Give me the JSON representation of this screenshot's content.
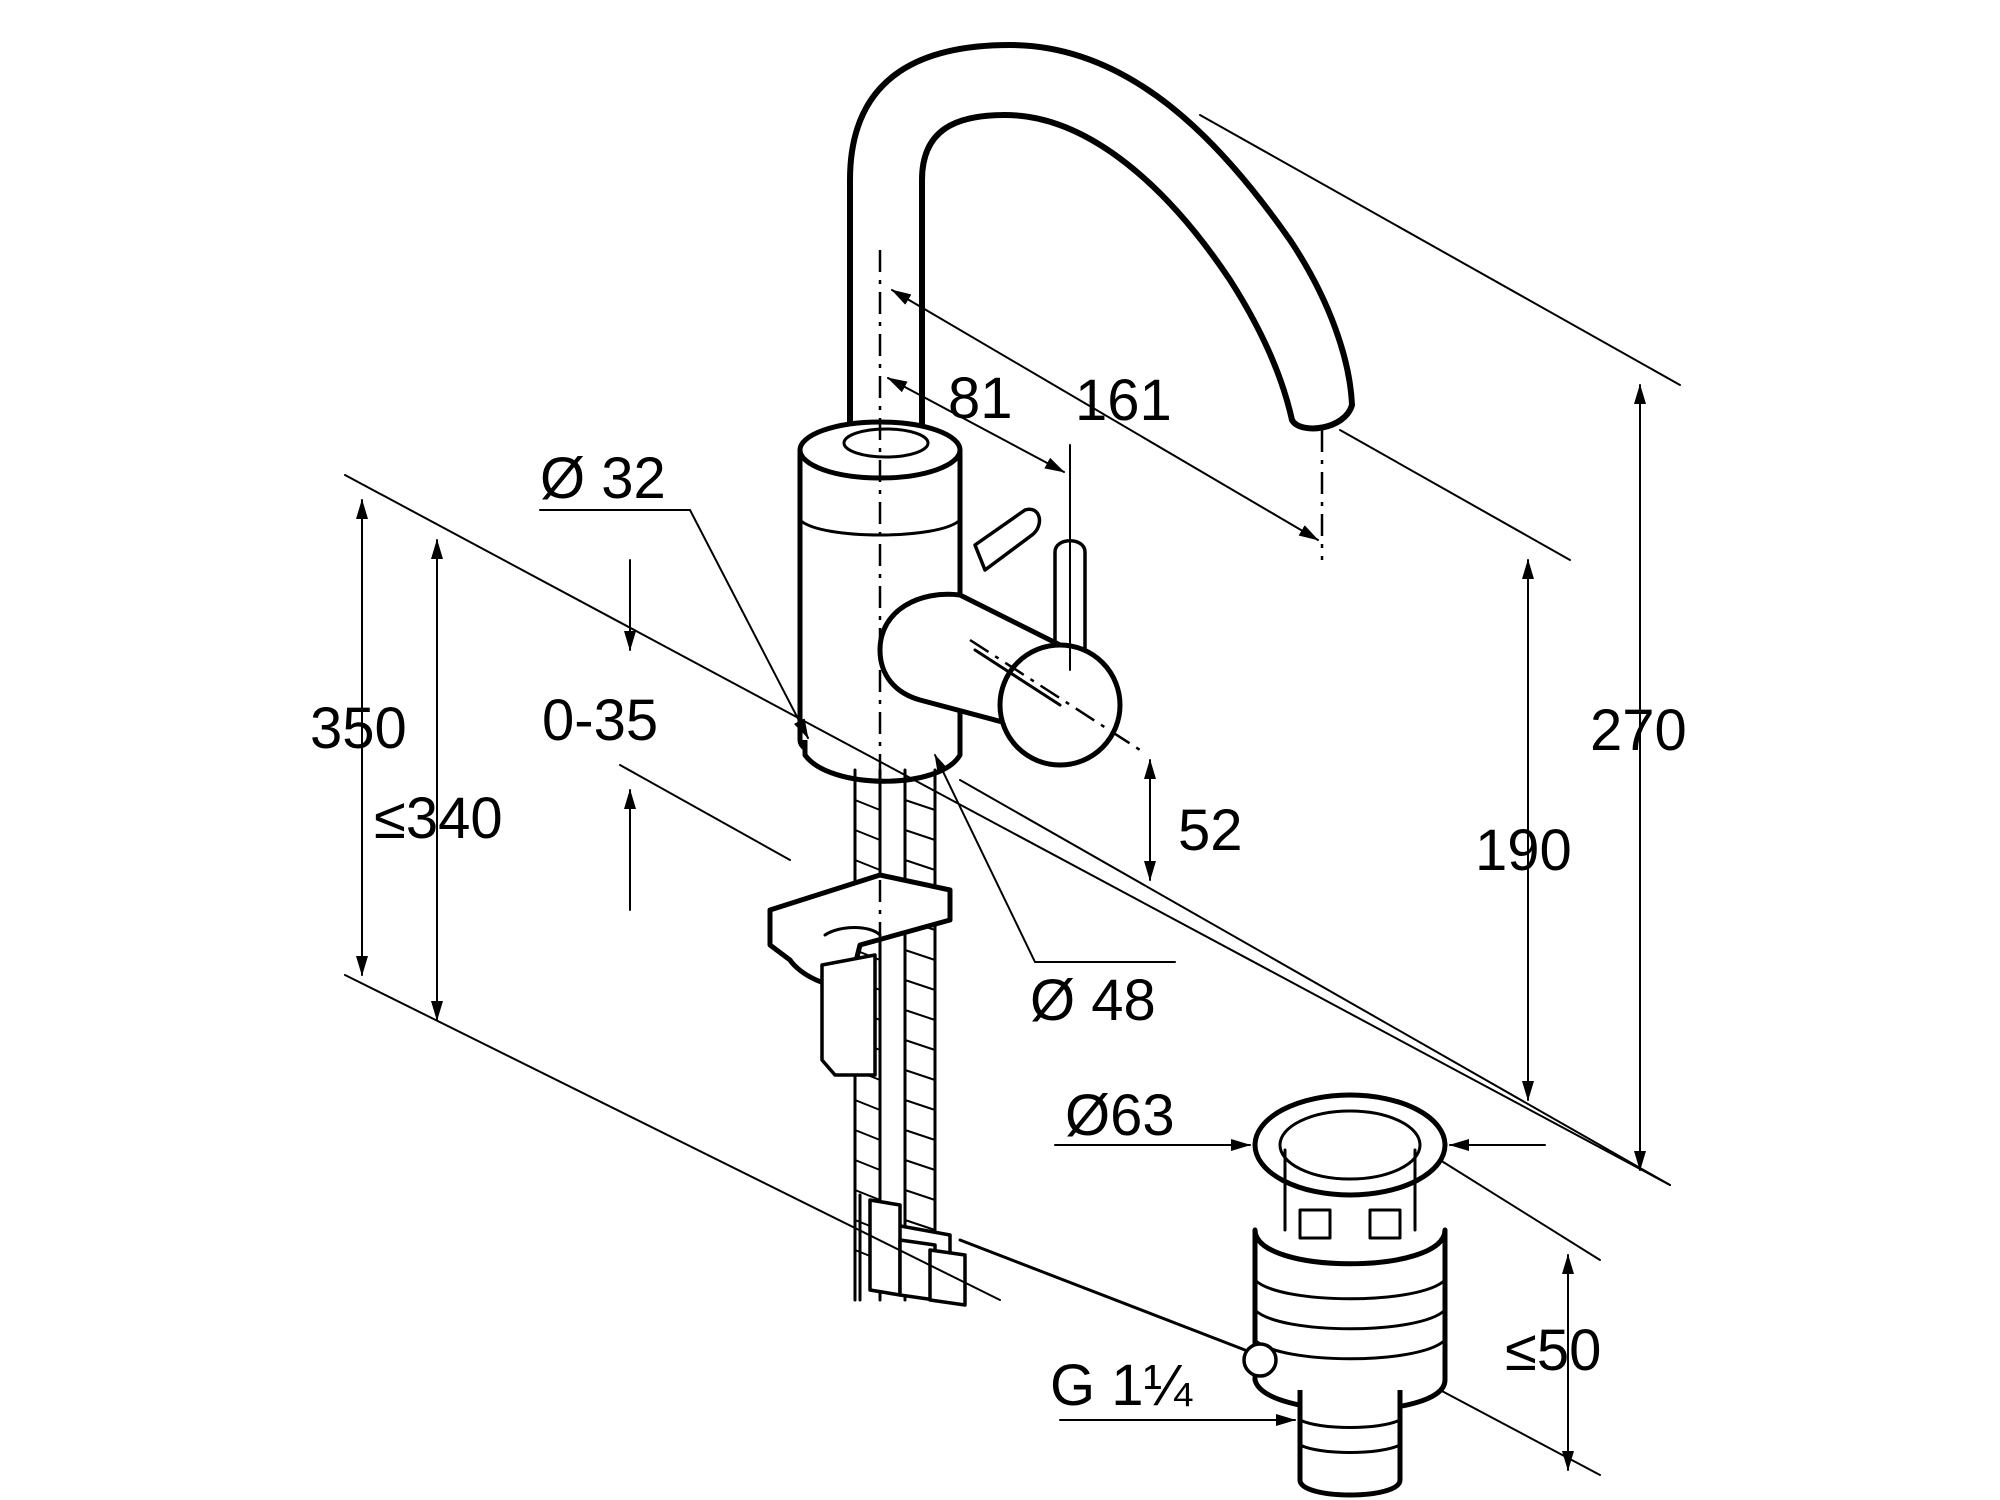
{
  "dimensions": {
    "d161": "161",
    "d81": "81",
    "d32": "Ø 32",
    "d0_35": "0-35",
    "d350": "350",
    "d340": "≤340",
    "d52": "52",
    "d270": "270",
    "d190": "190",
    "d48": "Ø 48",
    "d63": "Ø63",
    "d50": "≤50",
    "g": "G 1¼"
  }
}
